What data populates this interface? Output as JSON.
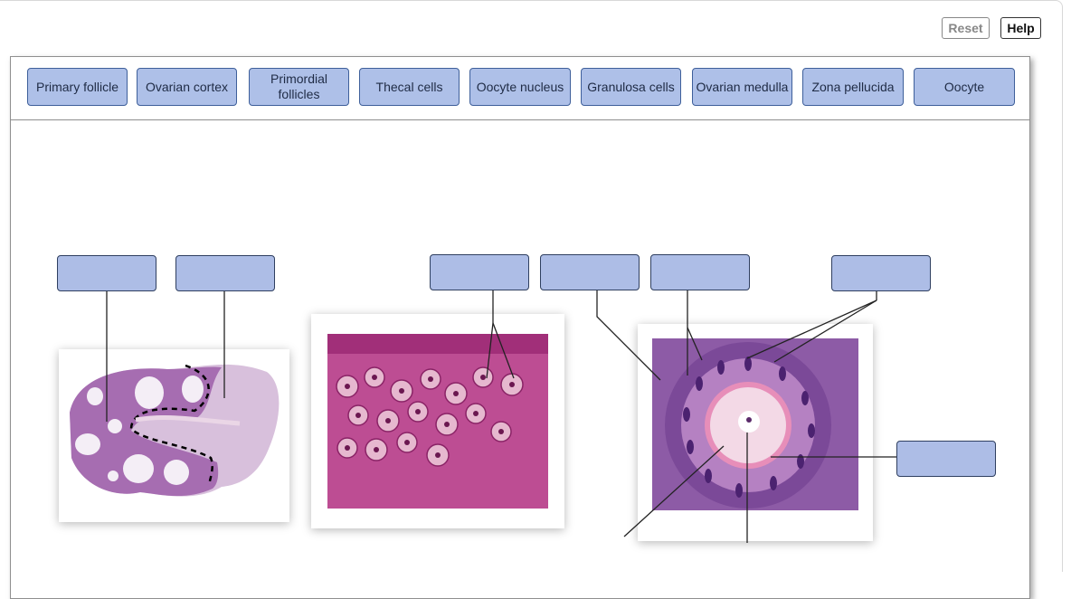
{
  "controls": {
    "reset_label": "Reset",
    "help_label": "Help"
  },
  "tray": {
    "labels": [
      "Primary follicle",
      "Ovarian cortex",
      "Primordial follicles",
      "Thecal cells",
      "Oocyte nucleus",
      "Granulosa cells",
      "Ovarian medulla",
      "Zona pellucida",
      "Oocyte"
    ]
  },
  "colors": {
    "tag_fill": "#aec0e8",
    "tag_border": "#3e5f9a",
    "drop_fill": "#adbde6",
    "tissue_pink": "#c0478d",
    "tissue_purple": "#8b4f9e"
  }
}
